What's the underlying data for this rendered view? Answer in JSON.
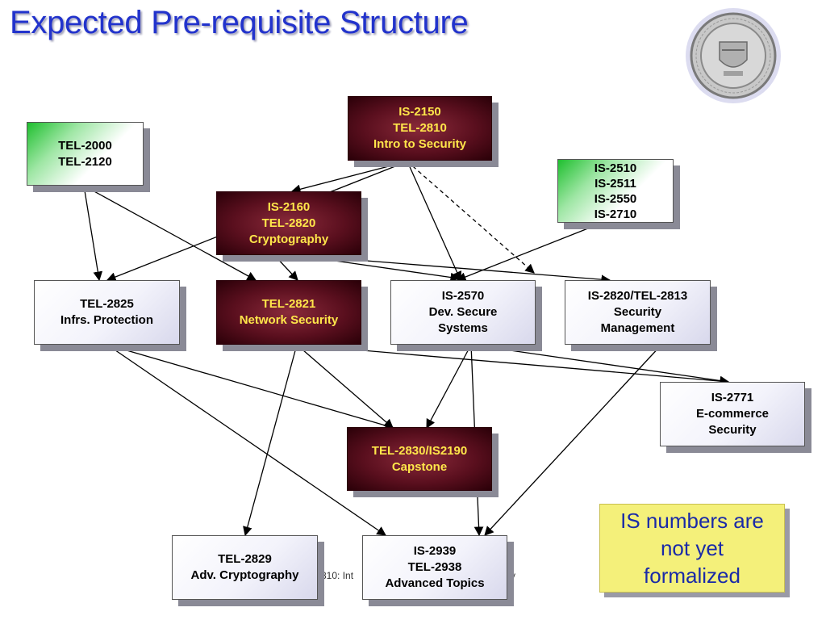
{
  "title": "Expected Pre-requisite Structure",
  "note": {
    "lines": [
      "IS numbers are",
      "not yet",
      "formalized"
    ]
  },
  "footer": {
    "fragment": "810: Int",
    "tail": "y"
  },
  "colors": {
    "title": "#2233cc",
    "maroon_box": "#5a0f1e",
    "maroon_text": "#ffe64a",
    "note_bg": "#f4f07a",
    "note_text": "#1a2aa8",
    "new_course_green": "#1fbf2f"
  },
  "icons": {
    "seal": "university-seal-icon"
  },
  "nodes": {
    "intro_security": {
      "lines": [
        "IS-2150",
        "TEL-2810",
        "Intro to Security"
      ]
    },
    "tel2000": {
      "lines": [
        "TEL-2000",
        "TEL-2120"
      ]
    },
    "is2510": {
      "lines": [
        "IS-2510",
        "IS-2511",
        "IS-2550",
        "IS-2710"
      ]
    },
    "cryptography": {
      "lines": [
        "IS-2160",
        "TEL-2820",
        "Cryptography"
      ]
    },
    "infrs_protection": {
      "lines": [
        "TEL-2825",
        "Infrs. Protection"
      ]
    },
    "network_security": {
      "lines": [
        "TEL-2821",
        "Network Security"
      ]
    },
    "dev_secure": {
      "lines": [
        "IS-2570",
        "Dev. Secure",
        "Systems"
      ]
    },
    "security_mgmt": {
      "lines": [
        "IS-2820/TEL-2813",
        "Security",
        "Management"
      ]
    },
    "ecommerce": {
      "lines": [
        "IS-2771",
        "E-commerce",
        "Security"
      ]
    },
    "capstone": {
      "lines": [
        "TEL-2830/IS2190",
        "Capstone"
      ]
    },
    "adv_crypto": {
      "lines": [
        "TEL-2829",
        "Adv. Cryptography"
      ]
    },
    "advanced_topics": {
      "lines": [
        "IS-2939",
        "TEL-2938",
        "Advanced Topics"
      ]
    }
  },
  "edges": [
    {
      "from": "intro_security",
      "to": "cryptography",
      "style": "solid"
    },
    {
      "from": "intro_security",
      "to": "infrs_protection",
      "style": "solid"
    },
    {
      "from": "intro_security",
      "to": "dev_secure",
      "style": "solid"
    },
    {
      "from": "intro_security",
      "to": "security_mgmt",
      "style": "dashed"
    },
    {
      "from": "tel2000",
      "to": "infrs_protection",
      "style": "solid"
    },
    {
      "from": "tel2000",
      "to": "network_security",
      "style": "solid"
    },
    {
      "from": "cryptography",
      "to": "network_security",
      "style": "solid"
    },
    {
      "from": "cryptography",
      "to": "dev_secure",
      "style": "solid"
    },
    {
      "from": "cryptography",
      "to": "security_mgmt",
      "style": "solid"
    },
    {
      "from": "is2510",
      "to": "dev_secure",
      "style": "solid"
    },
    {
      "from": "infrs_protection",
      "to": "capstone",
      "style": "solid"
    },
    {
      "from": "infrs_protection",
      "to": "advanced_topics",
      "style": "solid"
    },
    {
      "from": "network_security",
      "to": "capstone",
      "style": "solid"
    },
    {
      "from": "network_security",
      "to": "adv_crypto",
      "style": "solid"
    },
    {
      "from": "network_security",
      "to": "ecommerce",
      "style": "solid"
    },
    {
      "from": "dev_secure",
      "to": "capstone",
      "style": "solid"
    },
    {
      "from": "dev_secure",
      "to": "ecommerce",
      "style": "solid"
    },
    {
      "from": "dev_secure",
      "to": "advanced_topics",
      "style": "solid"
    },
    {
      "from": "security_mgmt",
      "to": "advanced_topics",
      "style": "solid"
    }
  ]
}
